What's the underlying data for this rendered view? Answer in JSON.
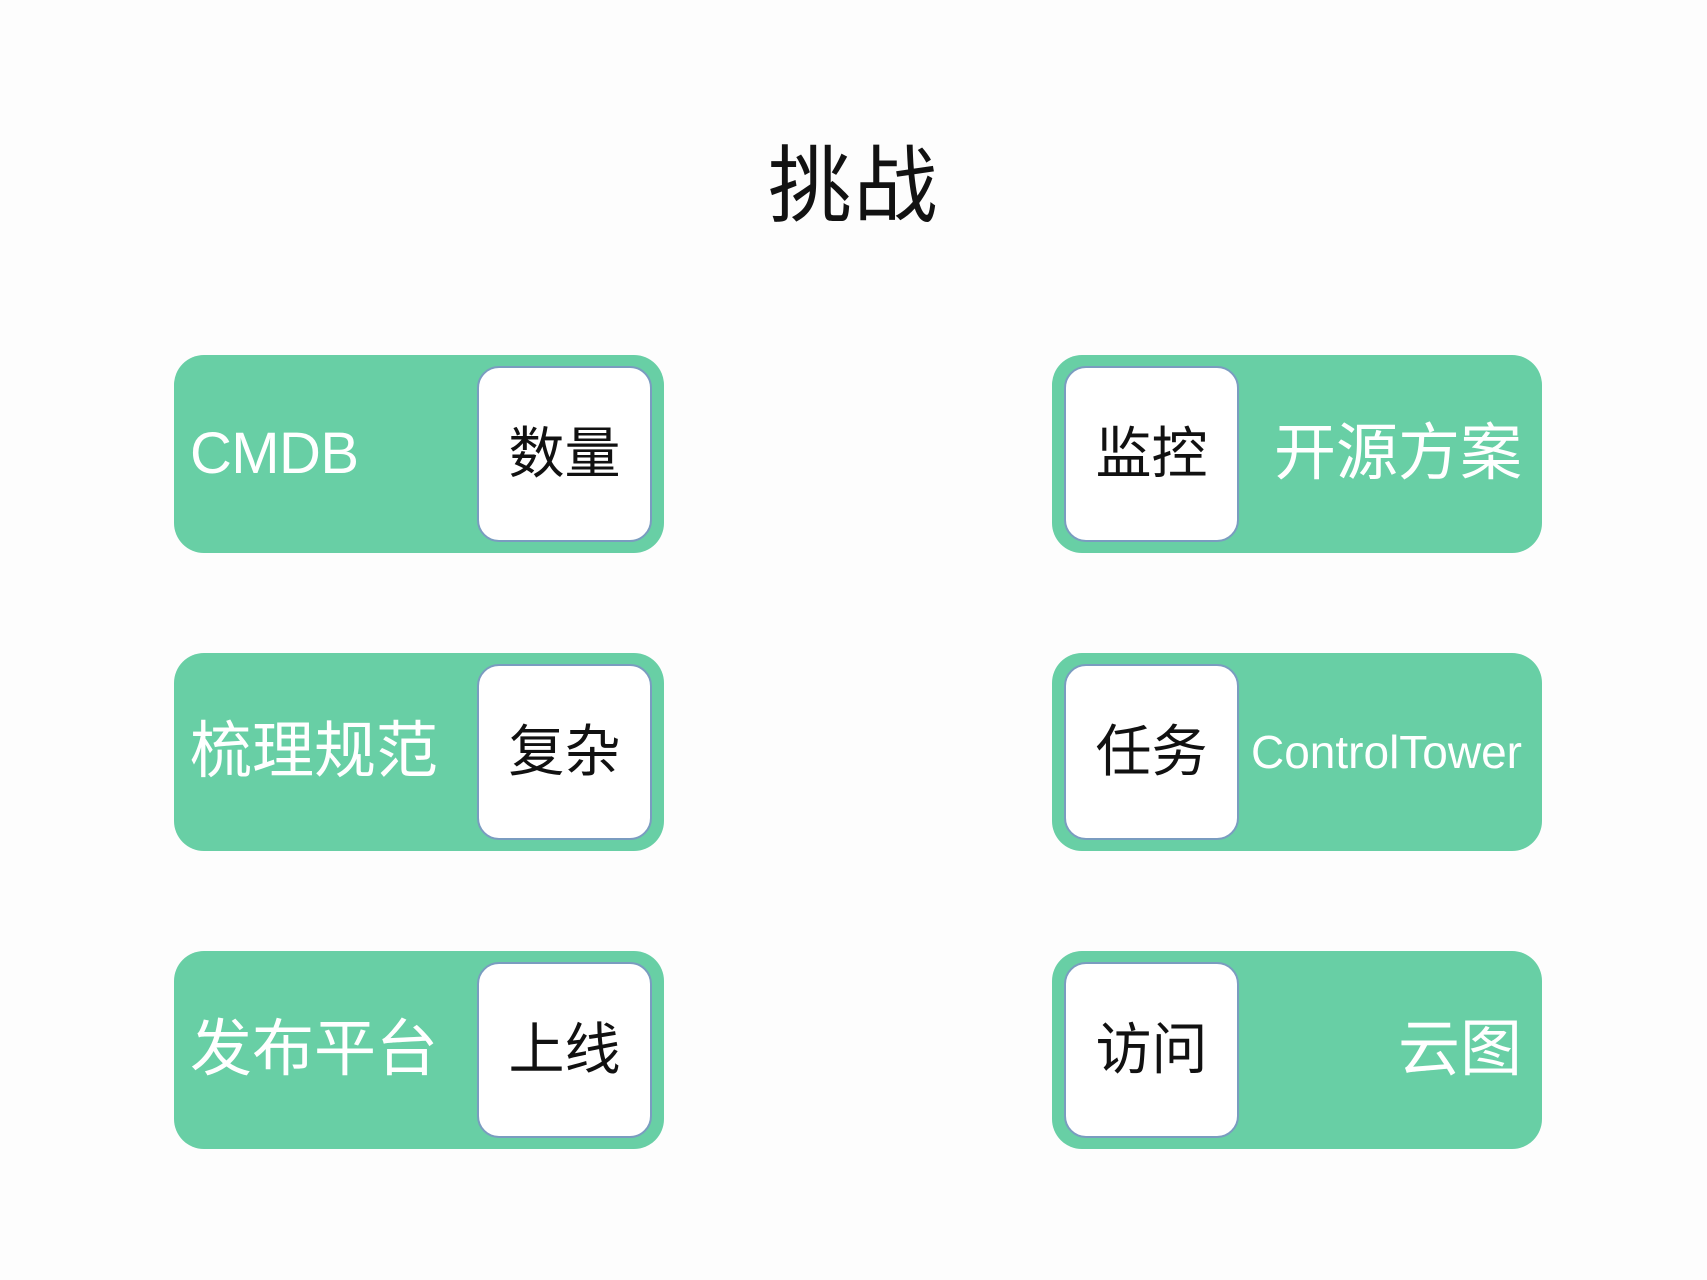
{
  "slide": {
    "title": "挑战",
    "background_color": "#fdfdfd",
    "accent_color": "#68cfa5",
    "badge_border_color": "#7a9cc0",
    "badge_background": "#ffffff",
    "label_color": "#ffffff",
    "badge_text_color": "#111111",
    "title_color": "#121212"
  },
  "columns": {
    "left": {
      "badge_position": "right",
      "cards": [
        {
          "label": "CMDB",
          "badge": "数量",
          "label_script": "latin"
        },
        {
          "label": "梳理规范",
          "badge": "复杂",
          "label_script": "han"
        },
        {
          "label": "发布平台",
          "badge": "上线",
          "label_script": "han"
        }
      ]
    },
    "right": {
      "badge_position": "left",
      "cards": [
        {
          "label": "开源方案",
          "badge": "监控",
          "label_script": "han"
        },
        {
          "label": "ControlTower",
          "badge": "任务",
          "label_script": "latin-small"
        },
        {
          "label": "云图",
          "badge": "访问",
          "label_script": "han"
        }
      ]
    }
  }
}
